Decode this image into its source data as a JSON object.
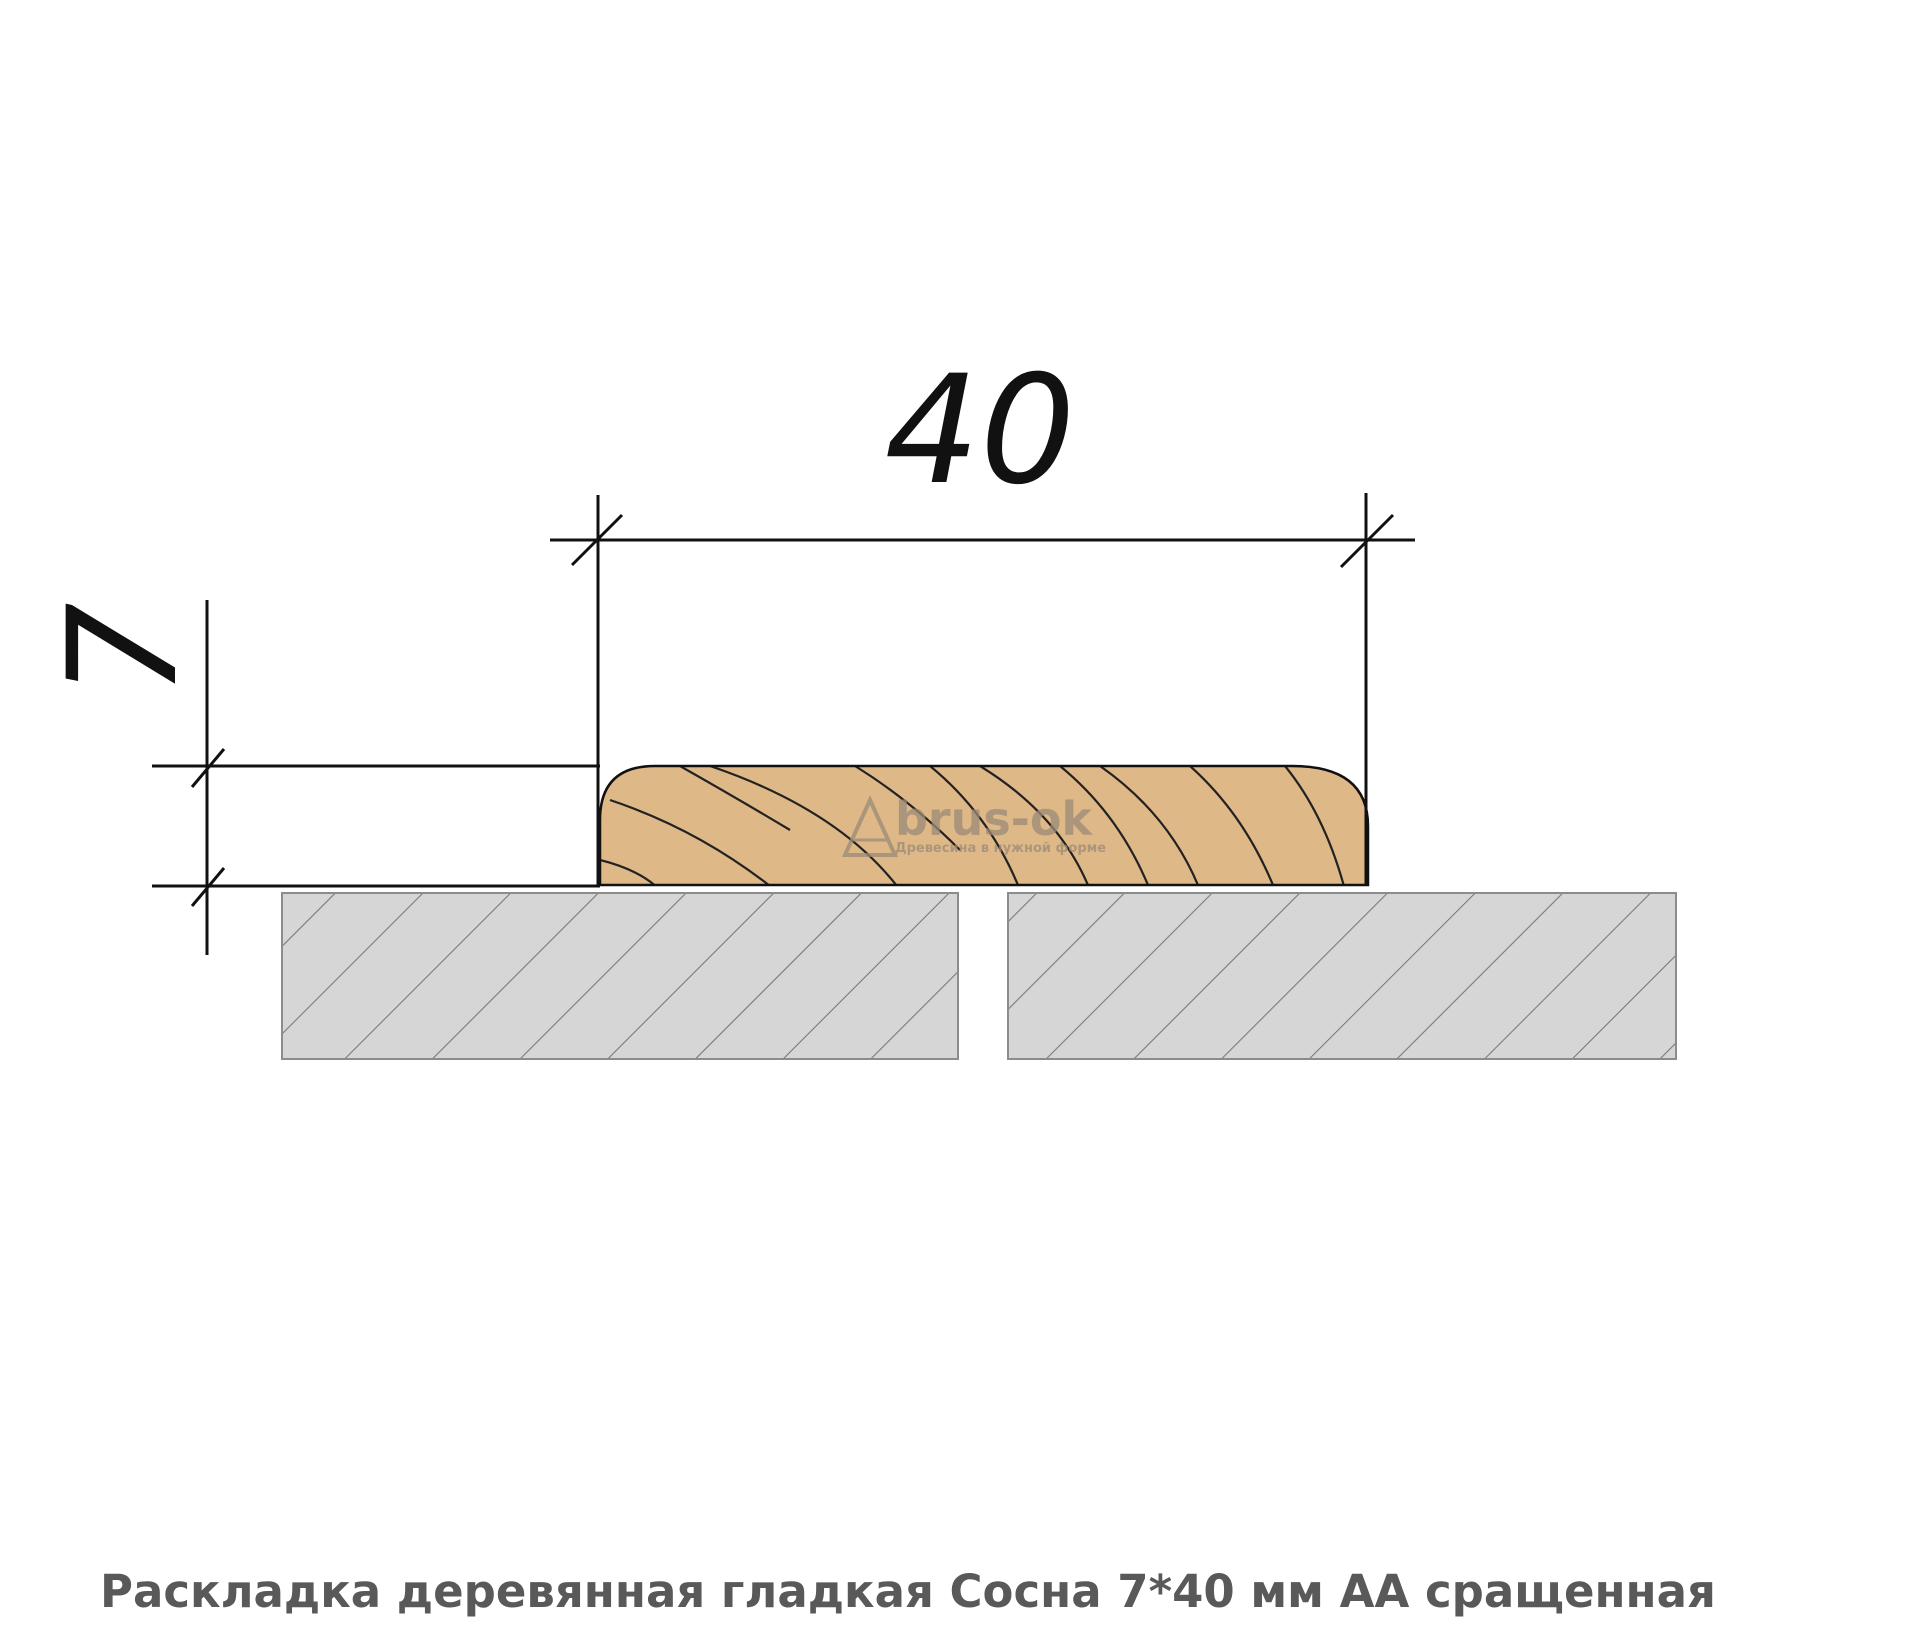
{
  "dimensions": {
    "width_label": "40",
    "height_label": "7"
  },
  "watermark": {
    "brand": "brus-ok",
    "tagline": "Древесина в нужной форме"
  },
  "caption": "Раскладка деревянная гладкая Сосна 7*40 мм АА сращенная",
  "colors": {
    "wood_fill": "#deb887",
    "board_fill": "#d6d6d6",
    "line": "#111111",
    "hatch": "#777777",
    "caption": "#595959",
    "watermark": "#9b8a78"
  }
}
